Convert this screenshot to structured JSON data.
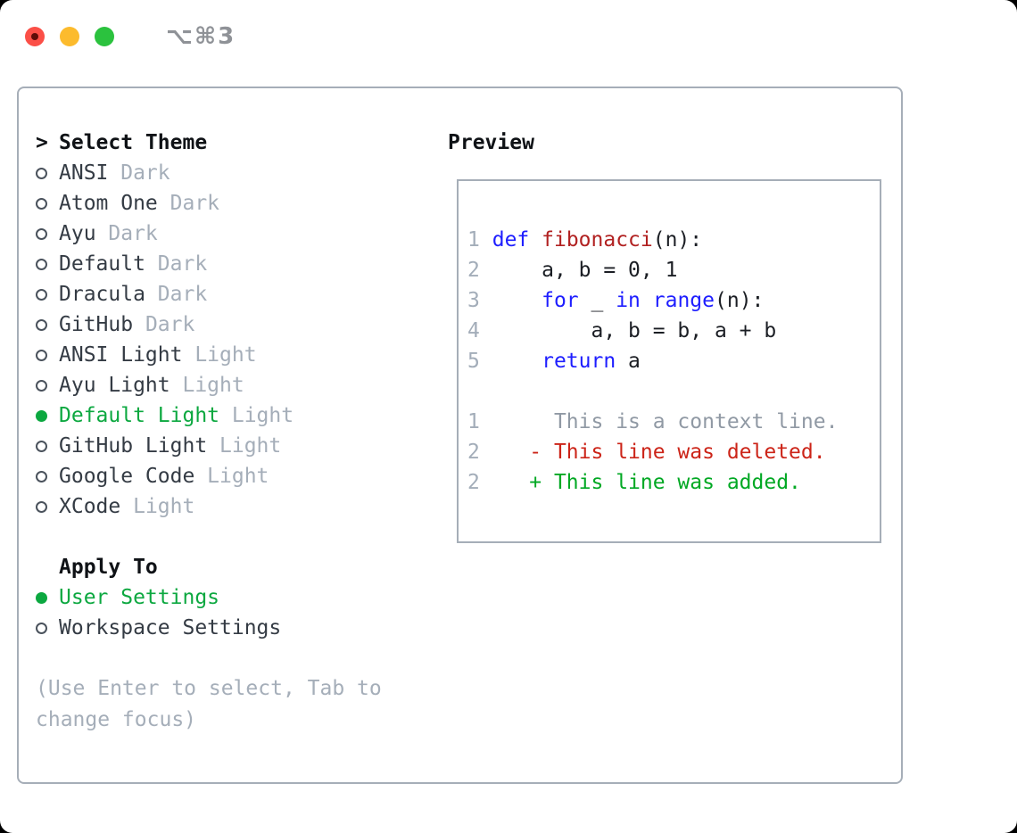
{
  "titlebar": {
    "shortcut": "⌥⌘3"
  },
  "colors": {
    "green": "#0ca840",
    "kw": "#1e1eff",
    "fn": "#b12121",
    "del": "#cc2418",
    "add": "#00a823",
    "muted": "#a5aeb9",
    "lnum": "#a3adb9",
    "ctx": "#9099a4",
    "text": "#343b44",
    "heading": "#0f1216",
    "border": "#a6aeb8",
    "code": "#1b1e24",
    "titlebar_text": "#8f9297",
    "light_red": "#fb4f47",
    "light_yellow": "#fcbb2d",
    "light_green": "#2bc23e"
  },
  "panel": {
    "header_marker": ">",
    "header": "Select Theme",
    "themes": [
      {
        "name": "ANSI",
        "type": "Dark",
        "selected": false
      },
      {
        "name": "Atom One",
        "type": "Dark",
        "selected": false
      },
      {
        "name": "Ayu",
        "type": "Dark",
        "selected": false
      },
      {
        "name": "Default",
        "type": "Dark",
        "selected": false
      },
      {
        "name": "Dracula",
        "type": "Dark",
        "selected": false
      },
      {
        "name": "GitHub",
        "type": "Dark",
        "selected": false
      },
      {
        "name": "ANSI Light",
        "type": "Light",
        "selected": false
      },
      {
        "name": "Ayu Light",
        "type": "Light",
        "selected": false
      },
      {
        "name": "Default Light",
        "type": "Light",
        "selected": true
      },
      {
        "name": "GitHub Light",
        "type": "Light",
        "selected": false
      },
      {
        "name": "Google Code",
        "type": "Light",
        "selected": false
      },
      {
        "name": "XCode",
        "type": "Light",
        "selected": false
      }
    ],
    "apply_header": "Apply To",
    "apply_options": [
      {
        "name": "User Settings",
        "selected": true
      },
      {
        "name": "Workspace Settings",
        "selected": false
      }
    ],
    "hint_lines": [
      "(Use Enter to select, Tab to",
      "change focus)"
    ]
  },
  "preview": {
    "header": "Preview",
    "code_lines": [
      {
        "num": "1",
        "segs": [
          [
            "def",
            "kw"
          ],
          [
            " ",
            "plain"
          ],
          [
            "fibonacci",
            "fn"
          ],
          [
            "(n):",
            "plain"
          ]
        ]
      },
      {
        "num": "2",
        "segs": [
          [
            "    a, b = 0, 1",
            "plain"
          ]
        ]
      },
      {
        "num": "3",
        "segs": [
          [
            "    ",
            "plain"
          ],
          [
            "for",
            "kw"
          ],
          [
            " _ ",
            "plain"
          ],
          [
            "in",
            "kw"
          ],
          [
            " ",
            "plain"
          ],
          [
            "range",
            "kw"
          ],
          [
            "(n):",
            "plain"
          ]
        ]
      },
      {
        "num": "4",
        "segs": [
          [
            "        a, b = b, a + b",
            "plain"
          ]
        ]
      },
      {
        "num": "5",
        "segs": [
          [
            "    ",
            "plain"
          ],
          [
            "return",
            "kw"
          ],
          [
            " a",
            "plain"
          ]
        ]
      },
      {
        "num": "",
        "segs": []
      },
      {
        "num": "1",
        "segs": [
          [
            "     This is a context line.",
            "ctx"
          ]
        ]
      },
      {
        "num": "2",
        "segs": [
          [
            "   ",
            "plain"
          ],
          [
            "- This line was deleted.",
            "del"
          ]
        ]
      },
      {
        "num": "2",
        "segs": [
          [
            "   ",
            "plain"
          ],
          [
            "+ This line was added.",
            "add"
          ]
        ]
      }
    ]
  }
}
